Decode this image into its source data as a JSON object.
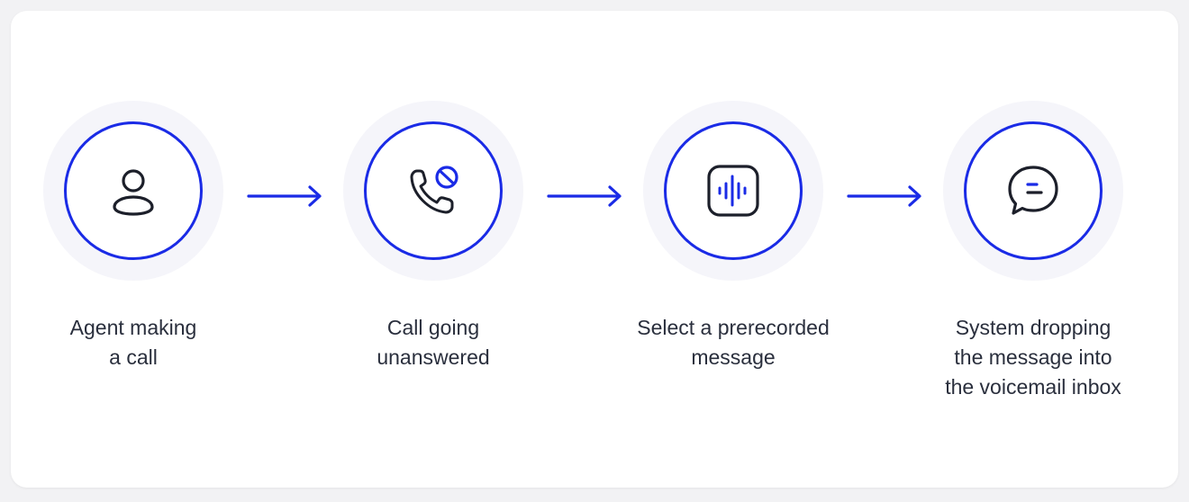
{
  "colors": {
    "accent": "#1a2be6",
    "icon_stroke": "#1c1f2a",
    "halo": "#f5f5fa",
    "text": "#2a2f3d"
  },
  "steps": [
    {
      "icon": "person-icon",
      "label": "Agent making\na call"
    },
    {
      "icon": "phone-blocked-icon",
      "label": "Call going\nunanswered"
    },
    {
      "icon": "audio-wave-icon",
      "label": "Select a prerecorded\nmessage"
    },
    {
      "icon": "chat-bubble-icon",
      "label": "System dropping\nthe message into\nthe voicemail inbox"
    }
  ]
}
